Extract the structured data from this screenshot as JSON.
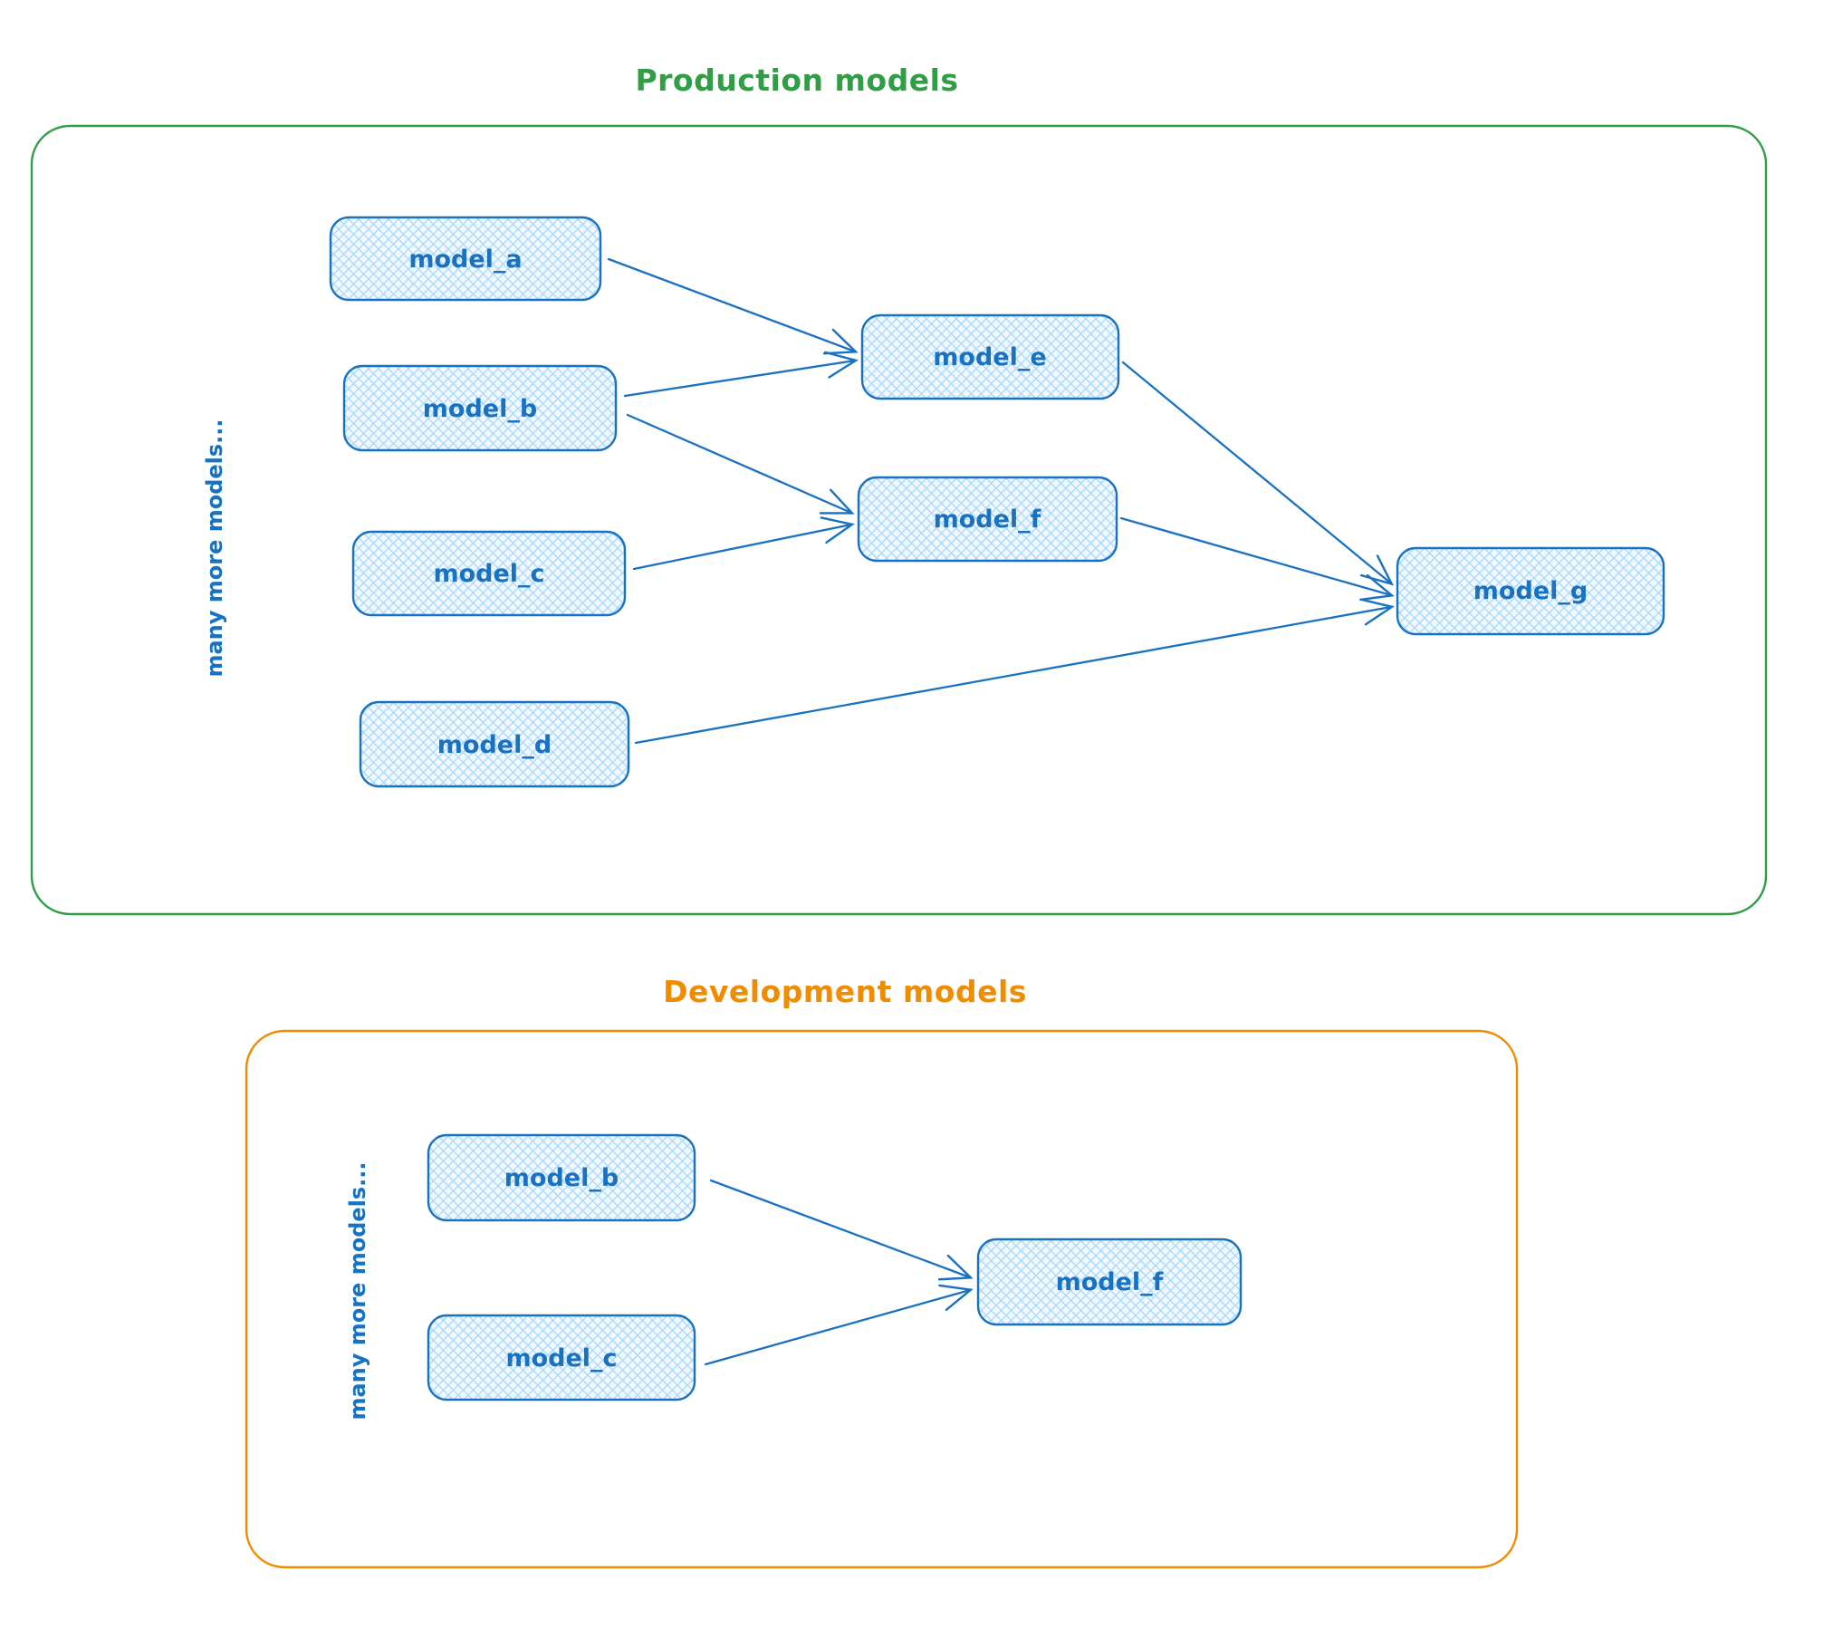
{
  "diagram": {
    "production": {
      "title": "Production models",
      "side_label": "many more models...",
      "frame_color": "#2f9e44",
      "nodes": [
        {
          "id": "model_a",
          "label": "model_a"
        },
        {
          "id": "model_b",
          "label": "model_b"
        },
        {
          "id": "model_c",
          "label": "model_c"
        },
        {
          "id": "model_d",
          "label": "model_d"
        },
        {
          "id": "model_e",
          "label": "model_e"
        },
        {
          "id": "model_f",
          "label": "model_f"
        },
        {
          "id": "model_g",
          "label": "model_g"
        }
      ],
      "edges": [
        {
          "from": "model_a",
          "to": "model_e"
        },
        {
          "from": "model_b",
          "to": "model_e"
        },
        {
          "from": "model_b",
          "to": "model_f"
        },
        {
          "from": "model_c",
          "to": "model_f"
        },
        {
          "from": "model_e",
          "to": "model_g"
        },
        {
          "from": "model_f",
          "to": "model_g"
        },
        {
          "from": "model_d",
          "to": "model_g"
        }
      ]
    },
    "development": {
      "title": "Development models",
      "side_label": "many more models...",
      "frame_color": "#f08c00",
      "nodes": [
        {
          "id": "model_b",
          "label": "model_b"
        },
        {
          "id": "model_c",
          "label": "model_c"
        },
        {
          "id": "model_f",
          "label": "model_f"
        }
      ],
      "edges": [
        {
          "from": "model_b",
          "to": "model_f"
        },
        {
          "from": "model_c",
          "to": "model_f"
        }
      ]
    },
    "colors": {
      "node_stroke": "#1971c2",
      "node_fill": "#a5d8ff",
      "arrow": "#1971c2",
      "production_frame": "#2f9e44",
      "development_frame": "#f08c00"
    }
  }
}
